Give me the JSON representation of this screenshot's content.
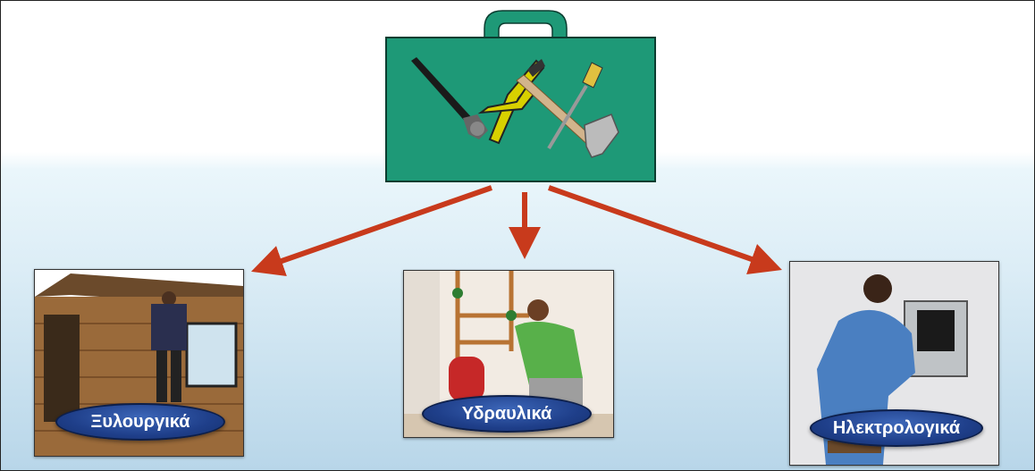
{
  "diagram": {
    "categories": [
      {
        "label": "Ξυλουργικά"
      },
      {
        "label": "Υδραυλικά"
      },
      {
        "label": "Ηλεκτρολογικά"
      }
    ]
  },
  "colors": {
    "toolbox": "#1e9977",
    "arrow": "#c83a1c",
    "label_bg": "#1f3f8a"
  },
  "icons": [
    "toolbox-icon",
    "wrench-icon",
    "pliers-icon",
    "hammer-icon",
    "screwdriver-icon"
  ]
}
